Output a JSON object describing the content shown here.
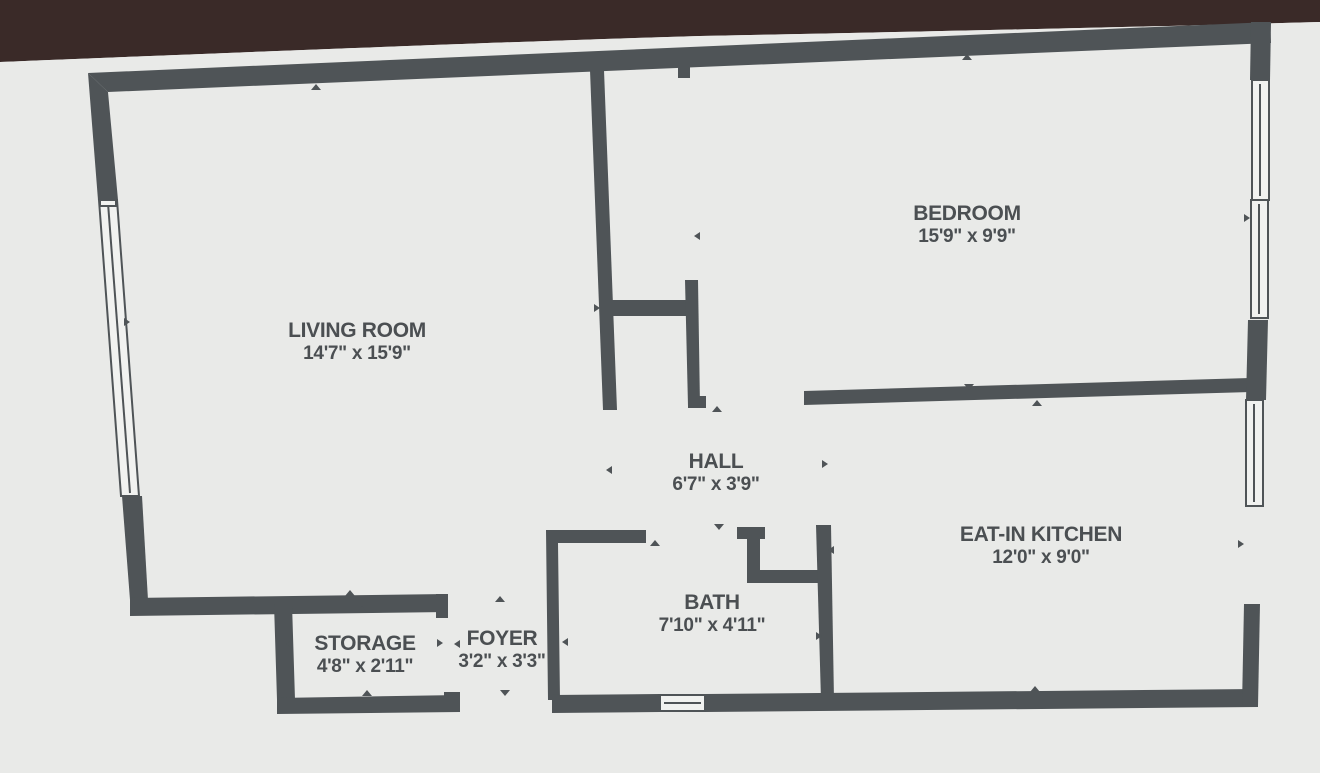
{
  "floorplan": {
    "colors": {
      "wall": "#4f5457",
      "paper": "#e9eae8",
      "table": "#3a2a28",
      "label": "#4b4f52"
    },
    "rooms": [
      {
        "id": "living-room",
        "name": "LIVING ROOM",
        "dimensions": "14'7\" x 15'9\""
      },
      {
        "id": "bedroom",
        "name": "BEDROOM",
        "dimensions": "15'9\" x 9'9\""
      },
      {
        "id": "hall",
        "name": "HALL",
        "dimensions": "6'7\" x 3'9\""
      },
      {
        "id": "eat-in-kitchen",
        "name": "EAT-IN KITCHEN",
        "dimensions": "12'0\" x 9'0\""
      },
      {
        "id": "bath",
        "name": "BATH",
        "dimensions": "7'10\" x 4'11\""
      },
      {
        "id": "storage",
        "name": "STORAGE",
        "dimensions": "4'8\" x 2'11\""
      },
      {
        "id": "foyer",
        "name": "FOYER",
        "dimensions": "3'2\" x 3'3\""
      }
    ]
  }
}
